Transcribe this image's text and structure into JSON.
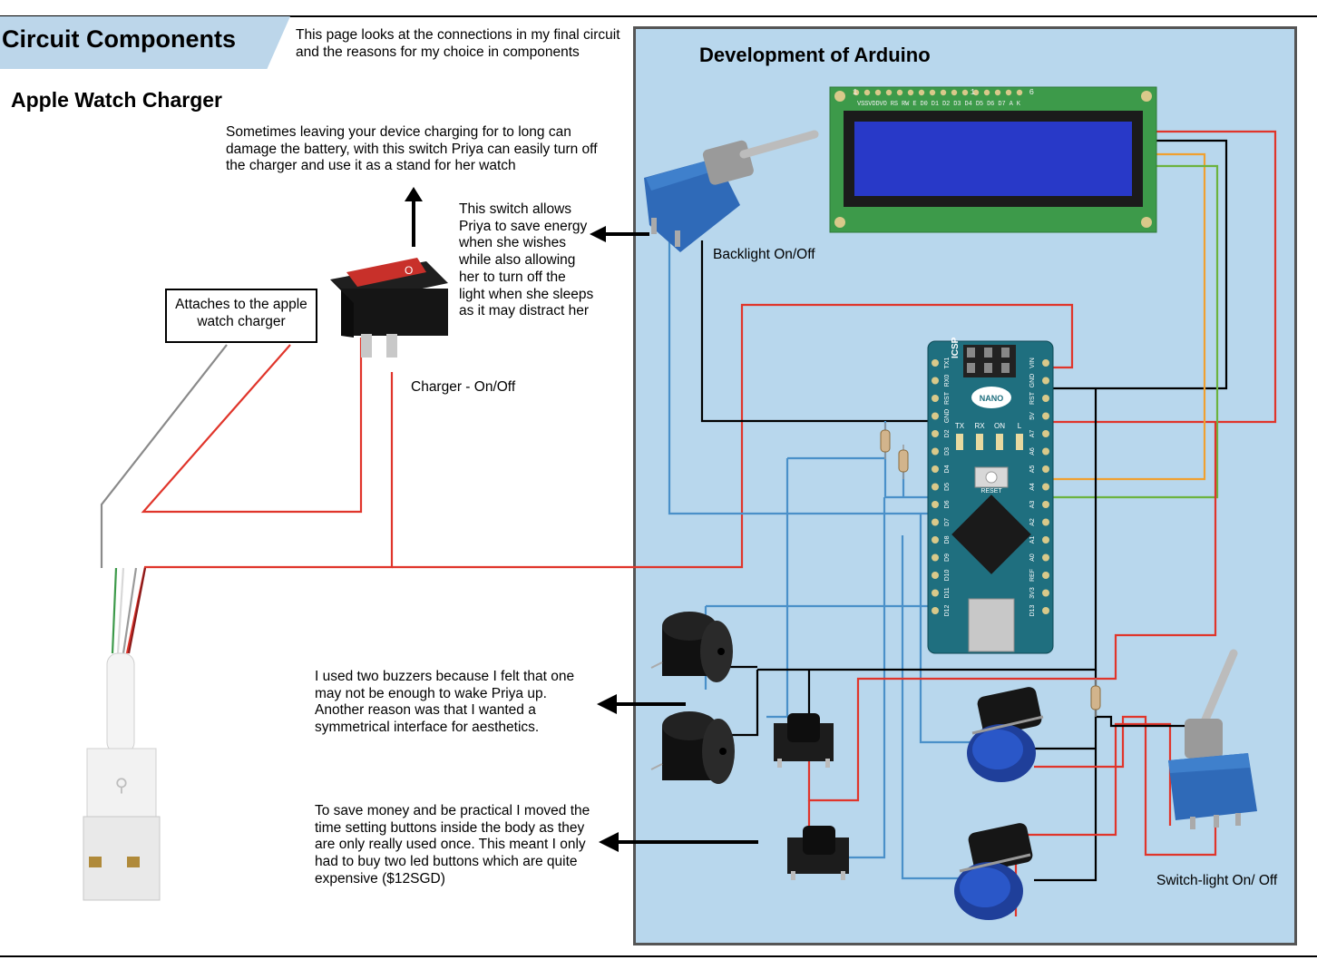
{
  "header": {
    "title": "Circuit Components",
    "intro": "This page looks at the connections in my final circuit and the reasons for my choice in components"
  },
  "section": {
    "title": "Apple Watch Charger"
  },
  "panel": {
    "title": "Development of Arduino"
  },
  "notes": {
    "charger_battery": "Sometimes leaving your device charging for to long can damage the battery, with this switch Priya can easily turn off the charger and use it as a stand for her watch",
    "backlight_switch": "This switch allows Priya to save energy when she wishes while also allowing her to turn off the light when she sleeps as it may distract her",
    "buzzers": "I used two buzzers because I felt that one may not be enough to wake Priya up. Another reason was that I wanted a symmetrical interface for aesthetics.",
    "buttons": "To save money and be practical I moved the time setting buttons inside the body as they are only really used once. This meant I only had to buy two led buttons which are quite expensive ($12SGD)"
  },
  "labels": {
    "attaches": "Attaches to the apple watch charger",
    "charger_switch": "Charger - On/Off",
    "backlight": "Backlight On/Off",
    "switch_light": "Switch-light On/ Off"
  },
  "lcd": {
    "pin_numbers": "1 16",
    "pin_labels": "VSSVDDVO RS RW E D0 D1 D2 D3 D4 D5 D6 D7 A K"
  },
  "arduino": {
    "board_name": "NANO",
    "header_label": "ICSP",
    "led_labels": [
      "TX",
      "RX",
      "ON",
      "L"
    ],
    "reset_label": "RESET",
    "left_pins": [
      "TX1",
      "RX0",
      "RST",
      "GND",
      "D2",
      "D3",
      "D4",
      "D5",
      "D6",
      "D7",
      "D8",
      "D9",
      "D10",
      "D11",
      "D12"
    ],
    "right_pins": [
      "VIN",
      "GND",
      "RST",
      "5V",
      "A7",
      "A6",
      "A5",
      "A4",
      "A3",
      "A2",
      "A1",
      "A0",
      "REF",
      "3V3",
      "D13"
    ]
  },
  "colors": {
    "panel_bg": "#b8d7ed",
    "banner_bg": "#bcd6ea",
    "wire_red": "#e0352b",
    "wire_black": "#000000",
    "wire_blue": "#4a90c9",
    "wire_orange": "#f0a030",
    "wire_green": "#6cb33f",
    "wire_gray": "#8a8a8a"
  },
  "icons": [
    "usb-icon",
    "toggle-switch-icon",
    "rocker-switch-icon",
    "buzzer-icon",
    "push-button-icon",
    "led-button-icon",
    "resistor-icon"
  ]
}
